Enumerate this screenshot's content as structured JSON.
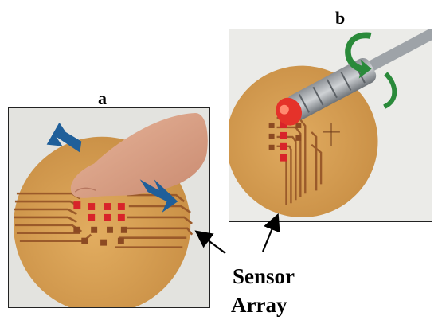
{
  "panels": {
    "a": {
      "label": "a"
    },
    "b": {
      "label": "b"
    }
  },
  "caption": {
    "line1": "Sensor",
    "line2": "Array"
  },
  "colors": {
    "board": "#d9a253",
    "trace": "#9a5a2a",
    "sensor_pad": "#d8242a",
    "blue_arrow": "#1f5f9a",
    "green_arrow": "#2a8a3a"
  }
}
